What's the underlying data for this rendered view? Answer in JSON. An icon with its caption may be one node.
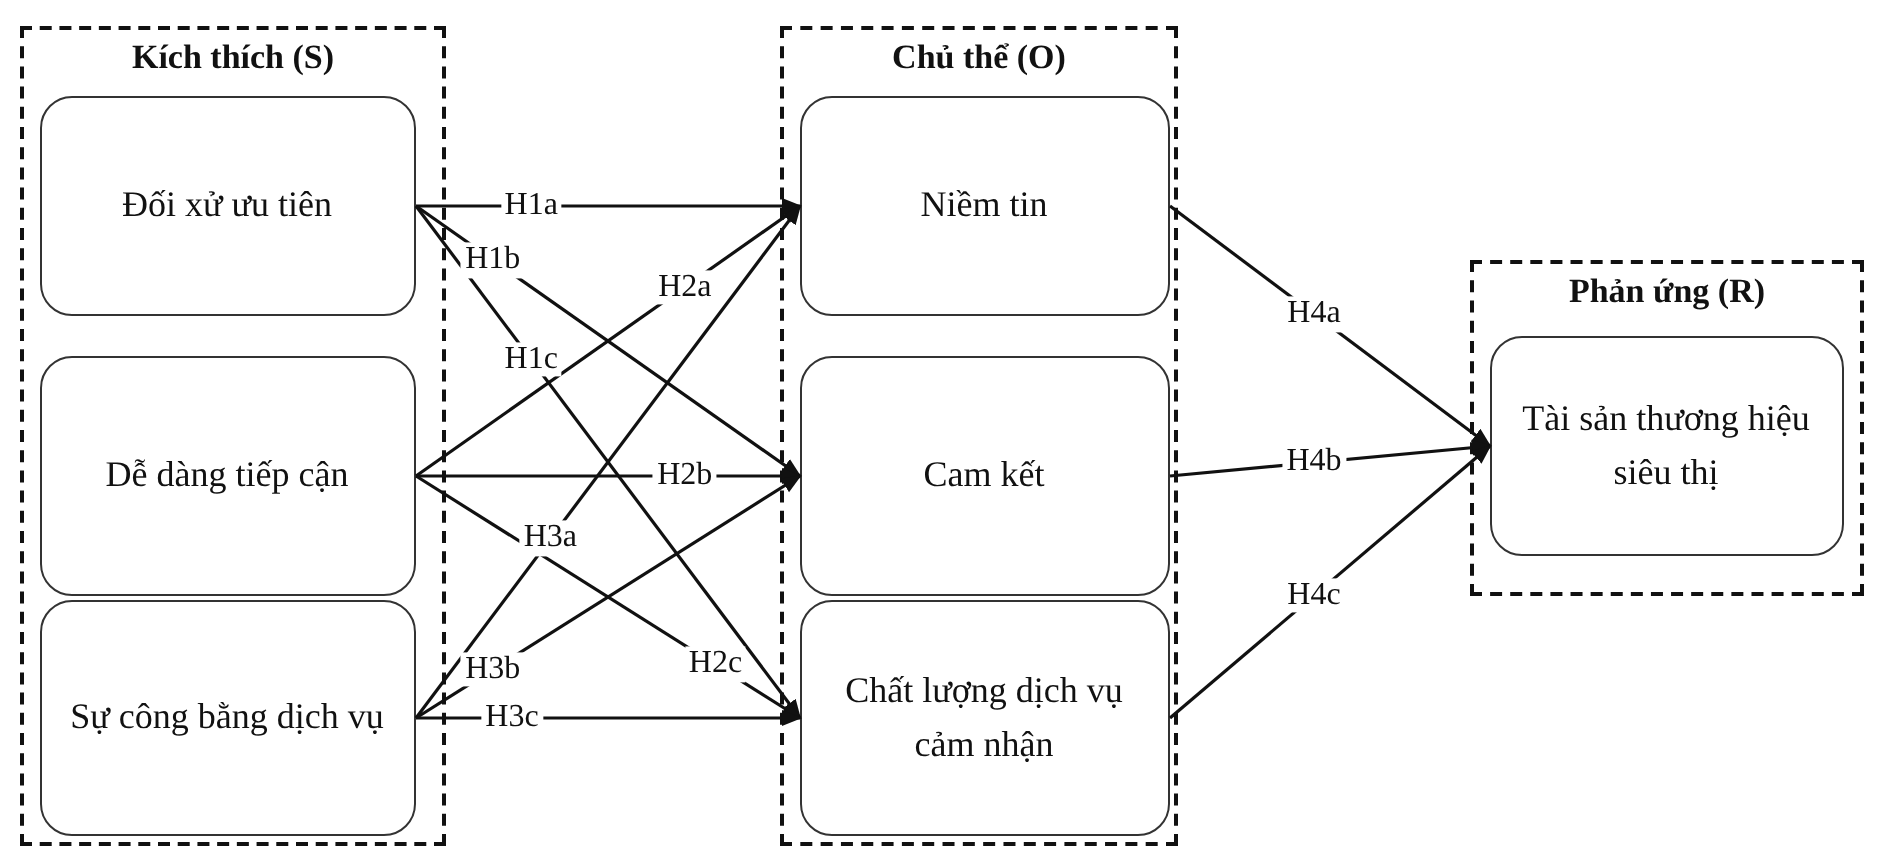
{
  "diagram": {
    "nodes": [
      {
        "text": [
          "Kích thích (S)"
        ]
      },
      {
        "text": [
          "Đối xử ưu tiên"
        ],
        "in": 0
      },
      {
        "text": [
          "Dễ dàng tiếp cận"
        ],
        "in": 0
      },
      {
        "text": [
          "Sự công bằng dịch vụ"
        ],
        "in": 0
      },
      {
        "text": [
          "Chủ thể (O)"
        ]
      },
      {
        "text": [
          "Niềm tin"
        ],
        "in": 4
      },
      {
        "text": [
          "Cam kết"
        ],
        "in": 4
      },
      {
        "text": [
          "Chất lượng dịch vụ cảm nhận"
        ],
        "in": 4
      },
      {
        "text": [
          "Phản ứng (R)"
        ]
      },
      {
        "text": [
          "Tài sản thương hiệu siêu thị"
        ],
        "in": 8
      }
    ],
    "edges": [
      {
        "from": 1,
        "to": 5,
        "arrow": "to",
        "label": "H1a"
      },
      {
        "from": 1,
        "to": 6,
        "arrow": "to",
        "label": "H1b"
      },
      {
        "from": 1,
        "to": 7,
        "arrow": "to",
        "label": "H1c"
      },
      {
        "from": 2,
        "to": 5,
        "arrow": "to",
        "label": "H2a"
      },
      {
        "from": 2,
        "to": 6,
        "arrow": "to",
        "label": "H2b"
      },
      {
        "from": 2,
        "to": 7,
        "arrow": "to",
        "label": "H2c"
      },
      {
        "from": 3,
        "to": 5,
        "arrow": "to",
        "label": "H3a"
      },
      {
        "from": 3,
        "to": 6,
        "arrow": "to",
        "label": "H3b"
      },
      {
        "from": 3,
        "to": 7,
        "arrow": "to",
        "label": "H3c"
      },
      {
        "from": 5,
        "to": 9,
        "arrow": "to",
        "label": "H4a"
      },
      {
        "from": 6,
        "to": 9,
        "arrow": "to",
        "label": "H4b"
      },
      {
        "from": 7,
        "to": 9,
        "arrow": "to",
        "label": "H4c"
      }
    ]
  }
}
